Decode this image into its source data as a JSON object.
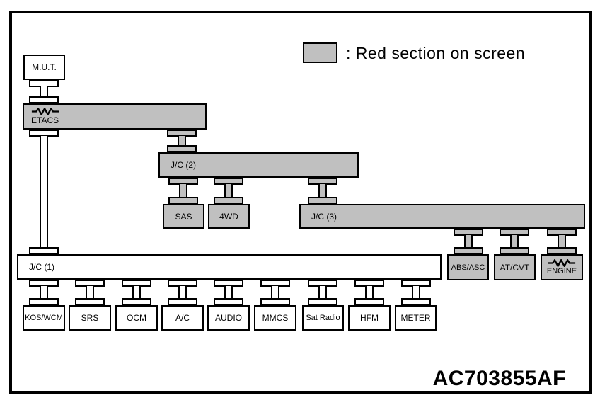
{
  "legend": {
    "label": ": Red section on screen",
    "swatch_meaning": "red-highlighted-section"
  },
  "figure_code": "AC703855AF",
  "colors": {
    "highlight_gray": "#c0c0c0",
    "line": "#000000",
    "background": "#ffffff"
  },
  "nodes": {
    "mut": {
      "label": "M.U.T."
    },
    "etacs": {
      "label": "ETACS"
    },
    "jc2": {
      "label": "J/C (2)"
    },
    "sas": {
      "label": "SAS"
    },
    "four_wd": {
      "label": "4WD"
    },
    "jc3": {
      "label": "J/C (3)"
    },
    "abs_asc": {
      "label": "ABS/ASC"
    },
    "at_cvt": {
      "label": "AT/CVT"
    },
    "engine": {
      "label": "ENGINE"
    },
    "jc1": {
      "label": "J/C (1)"
    },
    "kos_wcm": {
      "label": "KOS/WCM"
    },
    "srs": {
      "label": "SRS"
    },
    "ocm": {
      "label": "OCM"
    },
    "a_c": {
      "label": "A/C"
    },
    "audio": {
      "label": "AUDIO"
    },
    "mmcs": {
      "label": "MMCS"
    },
    "sat_radio": {
      "label": "Sat Radio"
    },
    "hfm": {
      "label": "HFM"
    },
    "meter": {
      "label": "METER"
    }
  }
}
